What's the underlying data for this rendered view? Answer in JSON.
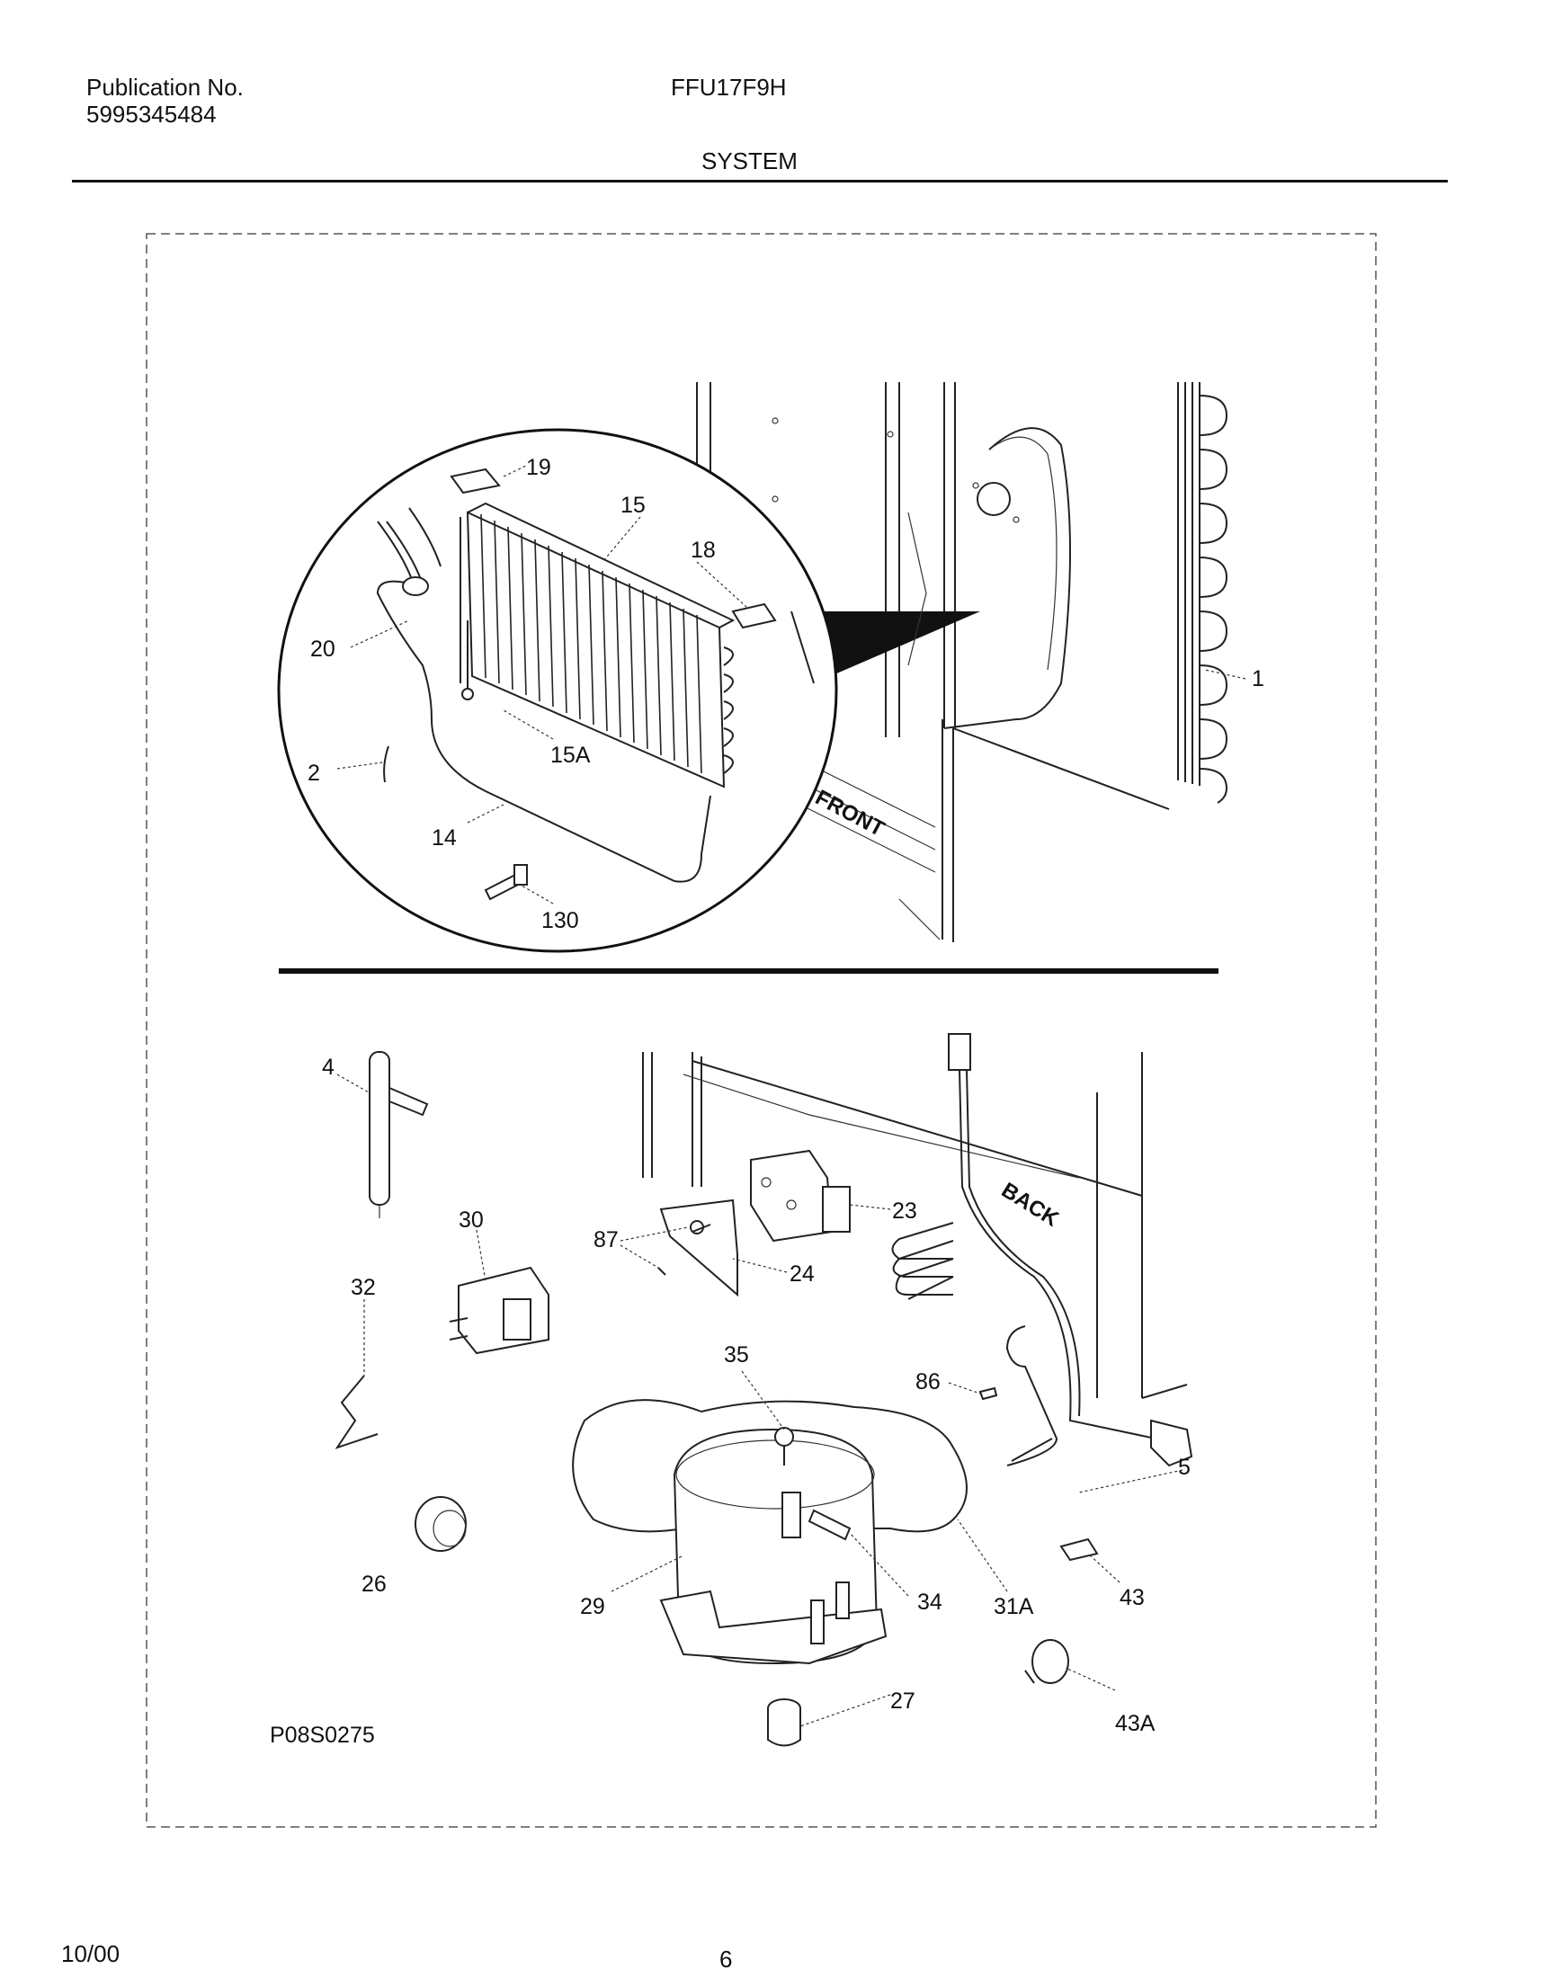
{
  "header": {
    "publication_label": "Publication No.",
    "publication_number": "5995345484",
    "model": "FFU17F9H",
    "section": "SYSTEM"
  },
  "diagram": {
    "direction_labels": {
      "front": "FRONT",
      "back": "BACK"
    },
    "drawing_id": "P08S0275",
    "callouts": {
      "c19": "19",
      "c15": "15",
      "c18": "18",
      "c20": "20",
      "c15a": "15A",
      "c2": "2",
      "c14": "14",
      "c130": "130",
      "c1": "1",
      "c4": "4",
      "c30": "30",
      "c32": "32",
      "c87": "87",
      "c23": "23",
      "c24": "24",
      "c35": "35",
      "c86": "86",
      "c5": "5",
      "c26": "26",
      "c29": "29",
      "c34": "34",
      "c31a": "31A",
      "c43": "43",
      "c27": "27",
      "c43a": "43A"
    }
  },
  "footer": {
    "date": "10/00",
    "page_number": "6"
  }
}
